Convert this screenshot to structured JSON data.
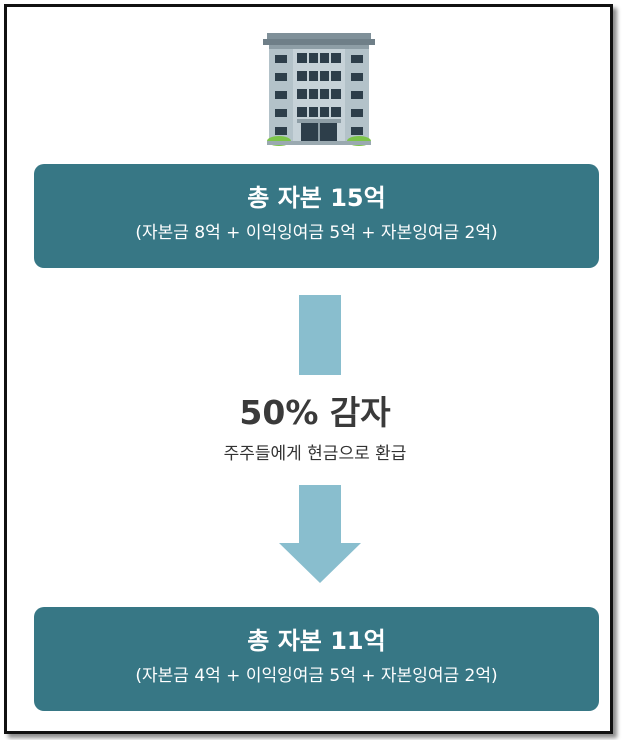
{
  "colors": {
    "box_fill": "#377785",
    "arrow_fill": "#89bece",
    "box_text": "#ffffff",
    "middle_title": "#3a3a3a",
    "building_body": "#a9b9c1",
    "building_window": "#2d3e4a",
    "grass": "#7cc44a"
  },
  "icon": "office-building-icon",
  "top_box": {
    "title": "총 자본 15억",
    "detail": "(자본금 8억 + 이익잉여금 5억 + 자본잉여금 2억)"
  },
  "middle": {
    "title": "50% 감자",
    "subtitle": "주주들에게 현금으로 환급"
  },
  "bottom_box": {
    "title": "총 자본 11억",
    "detail": "(자본금 4억 + 이익잉여금 5억 + 자본잉여금 2억)"
  }
}
